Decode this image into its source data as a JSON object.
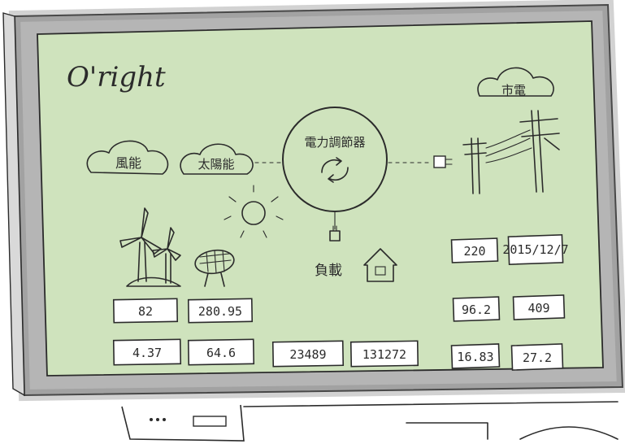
{
  "colors": {
    "screen": "#cfe3bd",
    "bezel": "#9c9c9c",
    "ink": "#2b2b2b"
  },
  "brand": {
    "logo_text": "O'right"
  },
  "sources": {
    "grid_label": "市電",
    "wind_label": "風能",
    "solar_label": "太陽能",
    "controller_label": "電力調節器",
    "load_label": "負載"
  },
  "readouts": {
    "wind_top": "82",
    "solar_top": "280.95",
    "wind_bottom": "4.37",
    "solar_bottom": "64.6",
    "load_left": "23489",
    "load_right": "131272",
    "grid_voltage": "220",
    "grid_date": "2015/12/7",
    "grid_mid_left": "96.2",
    "grid_mid_right": "409",
    "grid_bottom_left": "16.83",
    "grid_bottom_right": "27.2"
  },
  "icons": [
    "wind-turbine-icon",
    "solar-panel-icon",
    "sun-icon",
    "cloud-icon",
    "recycle-icon",
    "plug-icon",
    "house-icon",
    "power-pole-icon"
  ]
}
